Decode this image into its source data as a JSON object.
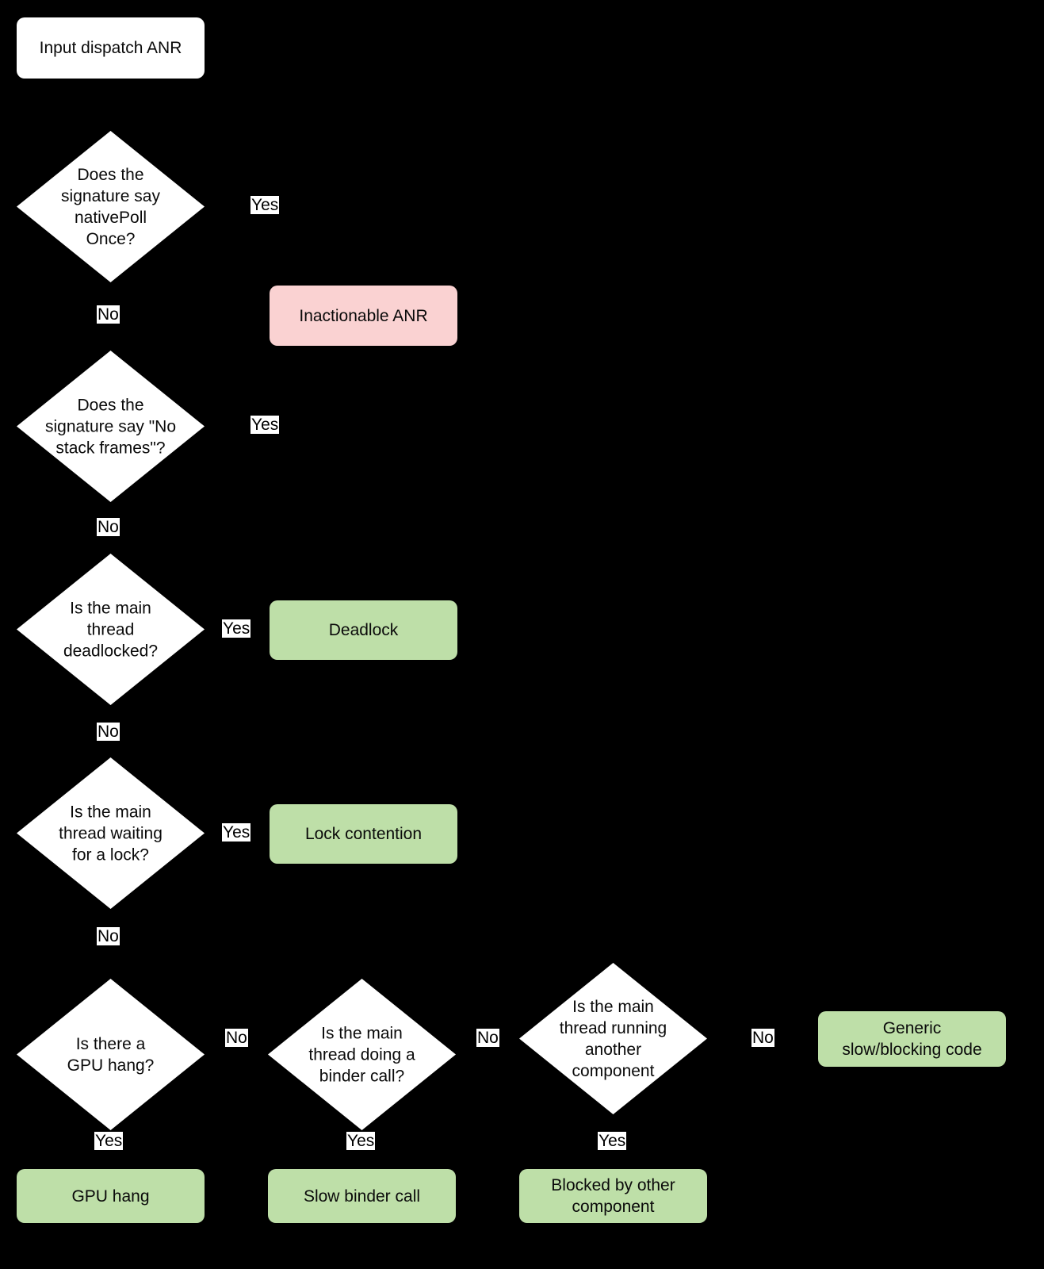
{
  "diagram": {
    "title": "Input dispatch ANR triage flowchart",
    "background_color": "#000000",
    "colors": {
      "start_node": "#ffffff",
      "decision_node": "#ffffff",
      "inactionable_result": "#fad2d2",
      "actionable_result": "#bedfa8",
      "text": "#000000",
      "edge": "#000000"
    }
  },
  "nodes": {
    "start": {
      "label": "Input dispatch ANR",
      "type": "terminal",
      "fill": "#ffffff"
    },
    "q_native_poll": {
      "label": "Does the\nsignature say\nnativePoll\nOnce?",
      "type": "decision"
    },
    "r_inactionable": {
      "label": "Inactionable ANR",
      "type": "result",
      "fill": "#fad2d2"
    },
    "q_no_stack_frames": {
      "label": "Does the\nsignature say \"No\nstack frames\"?",
      "type": "decision"
    },
    "q_deadlocked": {
      "label": "Is the main\nthread\ndeadlocked?",
      "type": "decision"
    },
    "r_deadlock": {
      "label": "Deadlock",
      "type": "result",
      "fill": "#bedfa8"
    },
    "q_waiting_lock": {
      "label": "Is the main\nthread waiting\nfor a lock?",
      "type": "decision"
    },
    "r_lock_contention": {
      "label": "Lock contention",
      "type": "result",
      "fill": "#bedfa8"
    },
    "q_gpu_hang": {
      "label": "Is there a\nGPU hang?",
      "type": "decision"
    },
    "r_gpu_hang": {
      "label": "GPU hang",
      "type": "result",
      "fill": "#bedfa8"
    },
    "q_binder_call": {
      "label": "Is the main\nthread doing a\nbinder call?",
      "type": "decision"
    },
    "r_slow_binder": {
      "label": "Slow binder call",
      "type": "result",
      "fill": "#bedfa8"
    },
    "q_other_component": {
      "label": "Is the main\nthread running\nanother\ncomponent",
      "type": "decision"
    },
    "r_blocked_other": {
      "label": "Blocked by other\ncomponent",
      "type": "result",
      "fill": "#bedfa8"
    },
    "r_generic_slow": {
      "label": "Generic\nslow/blocking code",
      "type": "result",
      "fill": "#bedfa8"
    }
  },
  "edge_labels": {
    "native_poll_yes": "Yes",
    "native_poll_no": "No",
    "no_stack_frames_yes": "Yes",
    "no_stack_frames_no": "No",
    "deadlocked_yes": "Yes",
    "deadlocked_no": "No",
    "waiting_lock_yes": "Yes",
    "waiting_lock_no": "No",
    "gpu_hang_no": "No",
    "gpu_hang_yes": "Yes",
    "binder_call_no": "No",
    "binder_call_yes": "Yes",
    "other_component_no": "No",
    "other_component_yes": "Yes"
  }
}
